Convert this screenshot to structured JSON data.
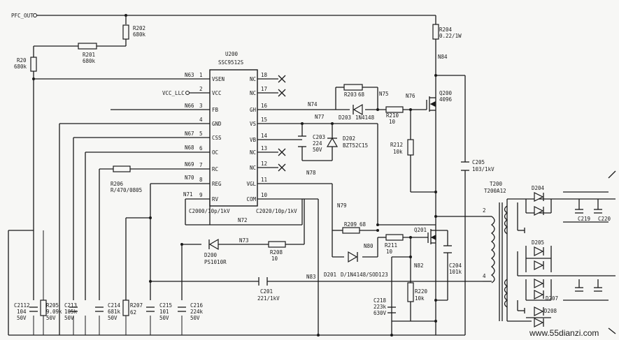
{
  "nets": {
    "pfc_out": "PFC_OUT",
    "vcc_llc": "VCC_LLC",
    "n63": "N63",
    "n66": "N66",
    "n67": "N67",
    "n68": "N68",
    "n69": "N69",
    "n70": "N70",
    "n71": "N71",
    "n72": "N72",
    "n73": "N73",
    "n74": "N74",
    "n75": "N75",
    "n76": "N76",
    "n77": "N77",
    "n78": "N78",
    "n79": "N79",
    "n80": "N80",
    "n82": "N82",
    "n83": "N83",
    "n84": "N84"
  },
  "ic": {
    "ref": "U200",
    "part": "SSC9512S",
    "left_pins": [
      {
        "num": "1",
        "name": "VSEN"
      },
      {
        "num": "2",
        "name": "VCC"
      },
      {
        "num": "3",
        "name": "FB"
      },
      {
        "num": "4",
        "name": "GND"
      },
      {
        "num": "5",
        "name": "CSS"
      },
      {
        "num": "6",
        "name": "OC"
      },
      {
        "num": "7",
        "name": "RC"
      },
      {
        "num": "8",
        "name": "REG"
      },
      {
        "num": "9",
        "name": "RV"
      }
    ],
    "right_pins": [
      {
        "num": "18",
        "name": "NC"
      },
      {
        "num": "17",
        "name": "NC"
      },
      {
        "num": "16",
        "name": "GH"
      },
      {
        "num": "15",
        "name": "VS"
      },
      {
        "num": "14",
        "name": "VB"
      },
      {
        "num": "13",
        "name": "NC"
      },
      {
        "num": "12",
        "name": "NC"
      },
      {
        "num": "11",
        "name": "VGL"
      },
      {
        "num": "10",
        "name": "COM"
      }
    ]
  },
  "components": {
    "r202": {
      "ref": "R202",
      "value": "680k"
    },
    "r201": {
      "ref": "R201",
      "value": "680k"
    },
    "r20": {
      "ref": "R20",
      "value": "680k"
    },
    "r204": {
      "ref": "R204",
      "value": "0.22/1W"
    },
    "r203": {
      "ref": "R203",
      "value": "68"
    },
    "r210": {
      "ref": "R210",
      "value": "10"
    },
    "r212": {
      "ref": "R212",
      "value": "10k"
    },
    "q200": {
      "ref": "Q200",
      "value": "4096"
    },
    "d203": {
      "ref": "D203",
      "value": "1N4148"
    },
    "c203": {
      "ref": "C203",
      "value1": "224",
      "value2": "50V"
    },
    "d202": {
      "ref": "D202",
      "value": "BZT52C15"
    },
    "c205": {
      "ref": "C205",
      "value": "103/1kV"
    },
    "r206": {
      "ref": "R206",
      "value": "R/470/0805"
    },
    "c2000": {
      "ref": "C2000/10p/1kV"
    },
    "c2020": {
      "ref": "C2020/10p/1kV"
    },
    "r209": {
      "ref": "R209",
      "value": "68"
    },
    "r211": {
      "ref": "R211",
      "value": "10"
    },
    "q201": {
      "ref": "Q201"
    },
    "d200": {
      "ref": "D200",
      "value": "PS1010R"
    },
    "r208": {
      "ref": "R208",
      "value": "10"
    },
    "c204": {
      "ref": "C204",
      "value": "101k"
    },
    "d201": {
      "ref": "D201",
      "value": "D/1N4148/SOD123"
    },
    "c201": {
      "ref": "C201",
      "value": "221/1kV"
    },
    "r220": {
      "ref": "R220",
      "value": "10k"
    },
    "c218": {
      "ref": "C218",
      "value1": "223k",
      "value2": "630V"
    },
    "t200": {
      "ref": "T200",
      "value": "T200A12"
    },
    "d204": {
      "ref": "D204"
    },
    "d205": {
      "ref": "D205"
    },
    "d207": {
      "ref": "D207"
    },
    "d208": {
      "ref": "D208"
    },
    "c219": {
      "ref": "C219"
    },
    "c220": {
      "ref": "C220"
    },
    "c2112": {
      "ref": "C2112",
      "value1": "104",
      "value2": "50V"
    },
    "r205": {
      "ref": "R205",
      "value1": "9.09k",
      "value2": "50V"
    },
    "c213": {
      "ref": "C213",
      "value1": "105k",
      "value2": "50V"
    },
    "c214": {
      "ref": "C214",
      "value1": "681k",
      "value2": "50V"
    },
    "r207": {
      "ref": "R207",
      "value": "62"
    },
    "c215": {
      "ref": "C215",
      "value1": "101",
      "value2": "50V"
    },
    "c216": {
      "ref": "C216",
      "value1": "224k",
      "value2": "50V"
    }
  },
  "transformer_pins": {
    "p2": "2",
    "p4": "4"
  },
  "watermark": "www.55dianzi.com"
}
